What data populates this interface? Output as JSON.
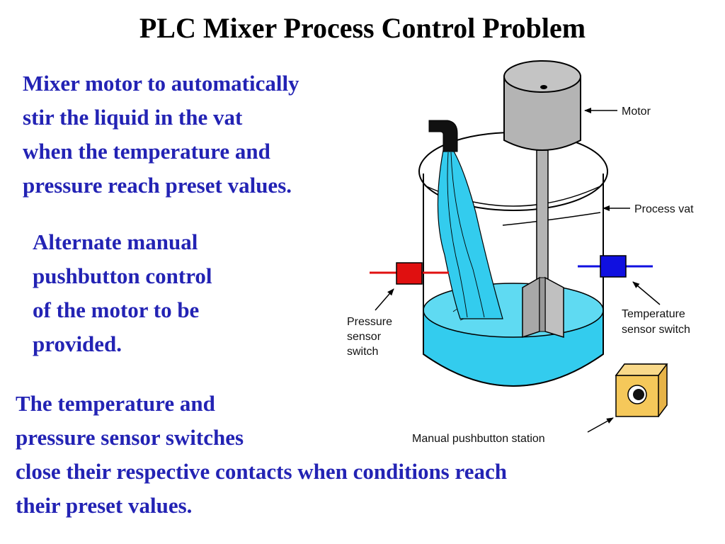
{
  "title": "PLC  Mixer Process Control Problem",
  "paragraphs": [
    {
      "lines": [
        "Mixer motor to automatically",
        "stir the liquid in the vat",
        "when the temperature and",
        "pressure reach preset values."
      ]
    },
    {
      "lines": [
        "Alternate manual",
        "pushbutton control",
        "of the motor to be",
        "provided."
      ]
    },
    {
      "lines": [
        "The temperature and",
        "pressure sensor switches",
        "close their respective contacts when conditions reach",
        "their preset values."
      ]
    }
  ],
  "diagram": {
    "labels": {
      "motor": "Motor",
      "process_vat": "Process vat",
      "pressure_sensor": [
        "Pressure",
        "sensor",
        "switch"
      ],
      "temperature_sensor": [
        "Temperature",
        "sensor switch"
      ],
      "pushbutton_station": "Manual pushbutton station"
    },
    "colors": {
      "text_blue": "#2323b4",
      "liquid": "#33ccee",
      "motor_gray": "#b4b4b4",
      "pressure_red": "#e01010",
      "temperature_blue": "#1010e0",
      "pushbutton_yellow": "#f5c85a"
    }
  }
}
